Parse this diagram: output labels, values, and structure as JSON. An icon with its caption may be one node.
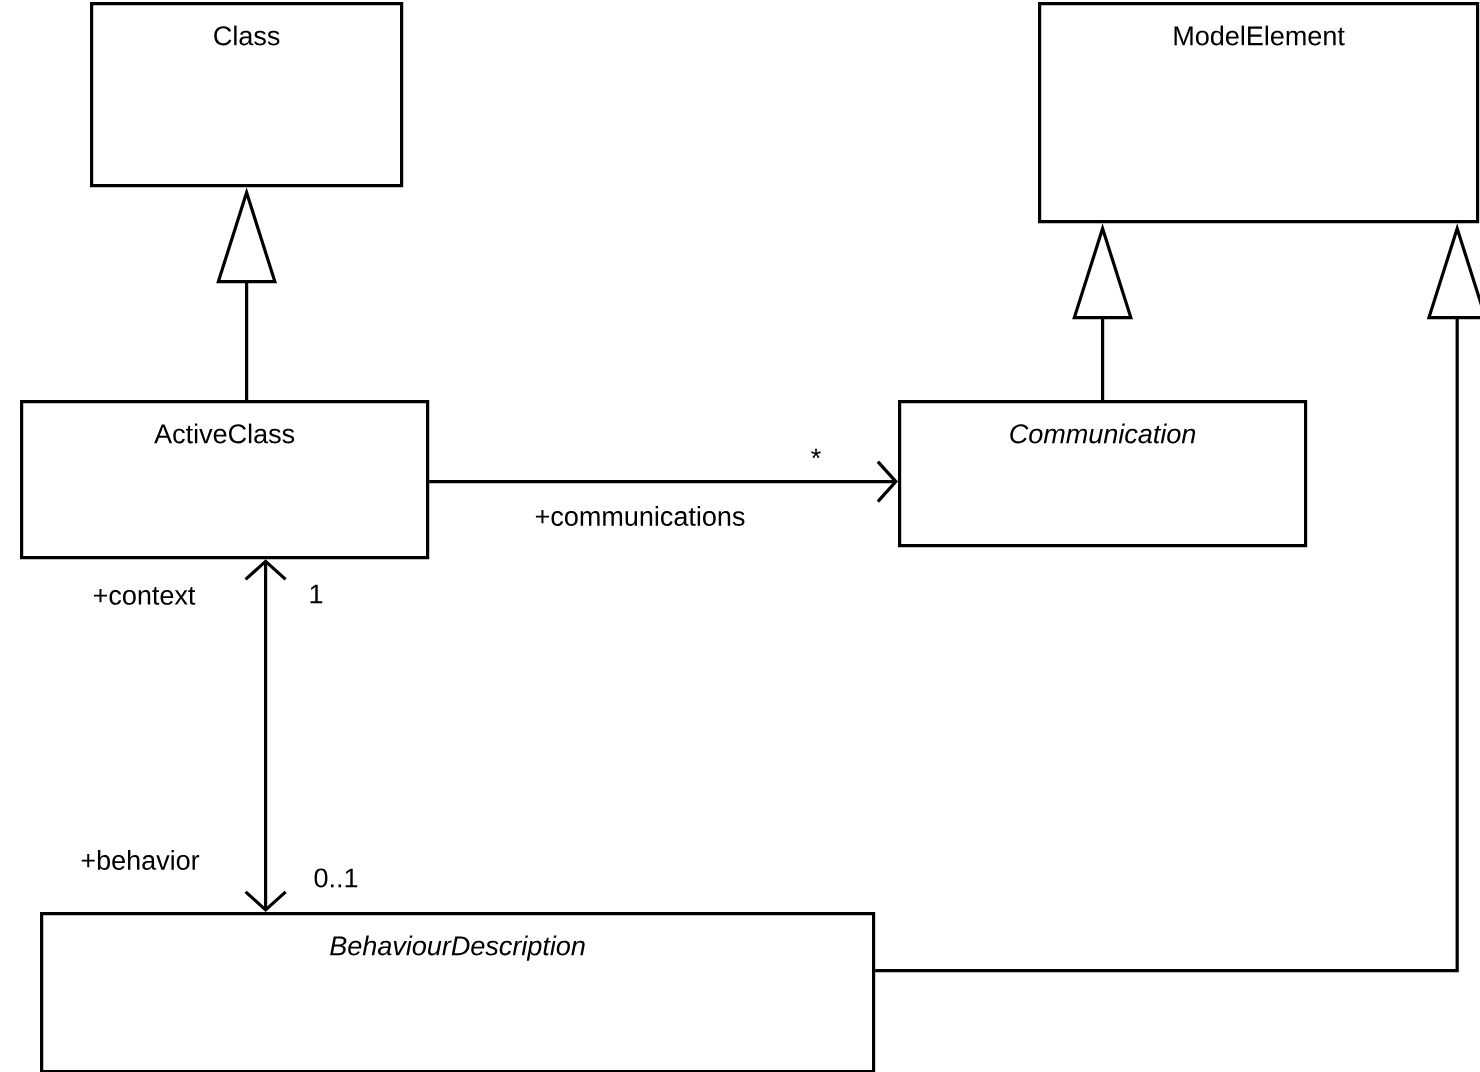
{
  "diagram": {
    "nodes": [
      {
        "text": [
          "Class"
        ]
      },
      {
        "text": [
          "ModelElement"
        ]
      },
      {
        "text": [
          "ActiveClass"
        ]
      },
      {
        "text": [
          "Communication"
        ]
      },
      {
        "text": [
          "BehaviourDescription"
        ]
      }
    ],
    "edges": [
      {
        "from": 2,
        "to": 0,
        "arrow": "to"
      },
      {
        "from": 3,
        "to": 1,
        "arrow": "to"
      },
      {
        "from": 4,
        "to": 1,
        "arrow": "to"
      },
      {
        "from": 2,
        "to": 3,
        "arrow": "to",
        "label": "+communications"
      },
      {
        "from": 2,
        "to": 4,
        "arrow": "both"
      }
    ],
    "labels": [
      "*",
      "+context",
      "1",
      "+behavior",
      "0..1"
    ]
  }
}
